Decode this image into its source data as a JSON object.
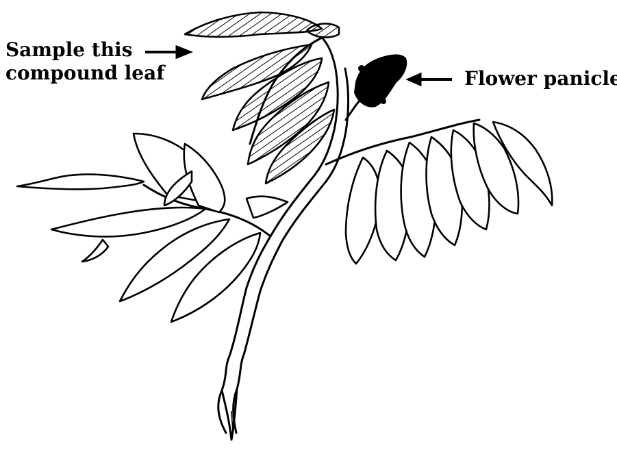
{
  "annotations": {
    "left_line1": "Sample this",
    "left_line2": "compound leaf",
    "right_label": "Flower panicle"
  },
  "colors": {
    "ink": "#000000",
    "background": "#ffffff"
  }
}
